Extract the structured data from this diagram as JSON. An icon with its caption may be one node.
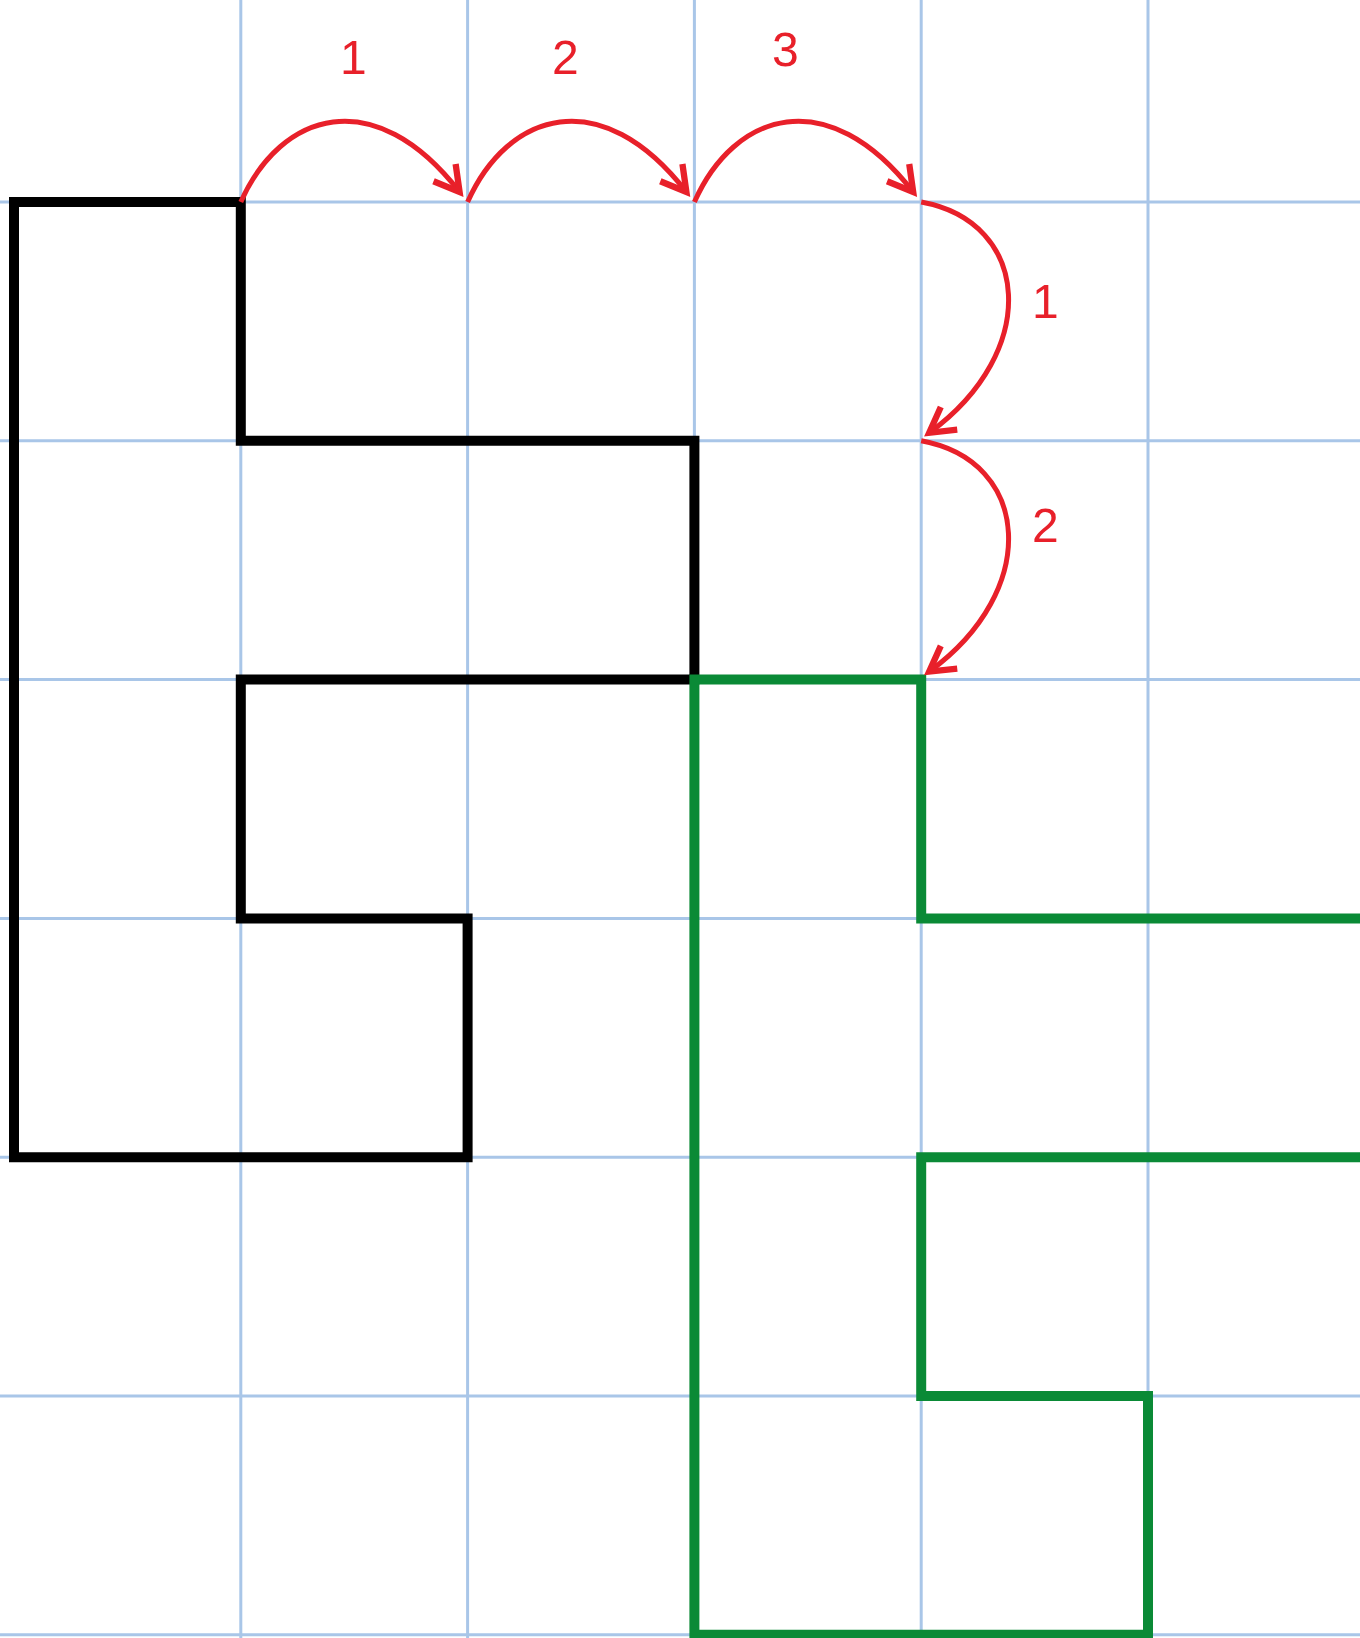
{
  "diagram": {
    "labels": [
      "1",
      "2",
      "3",
      "1",
      "2"
    ]
  }
}
